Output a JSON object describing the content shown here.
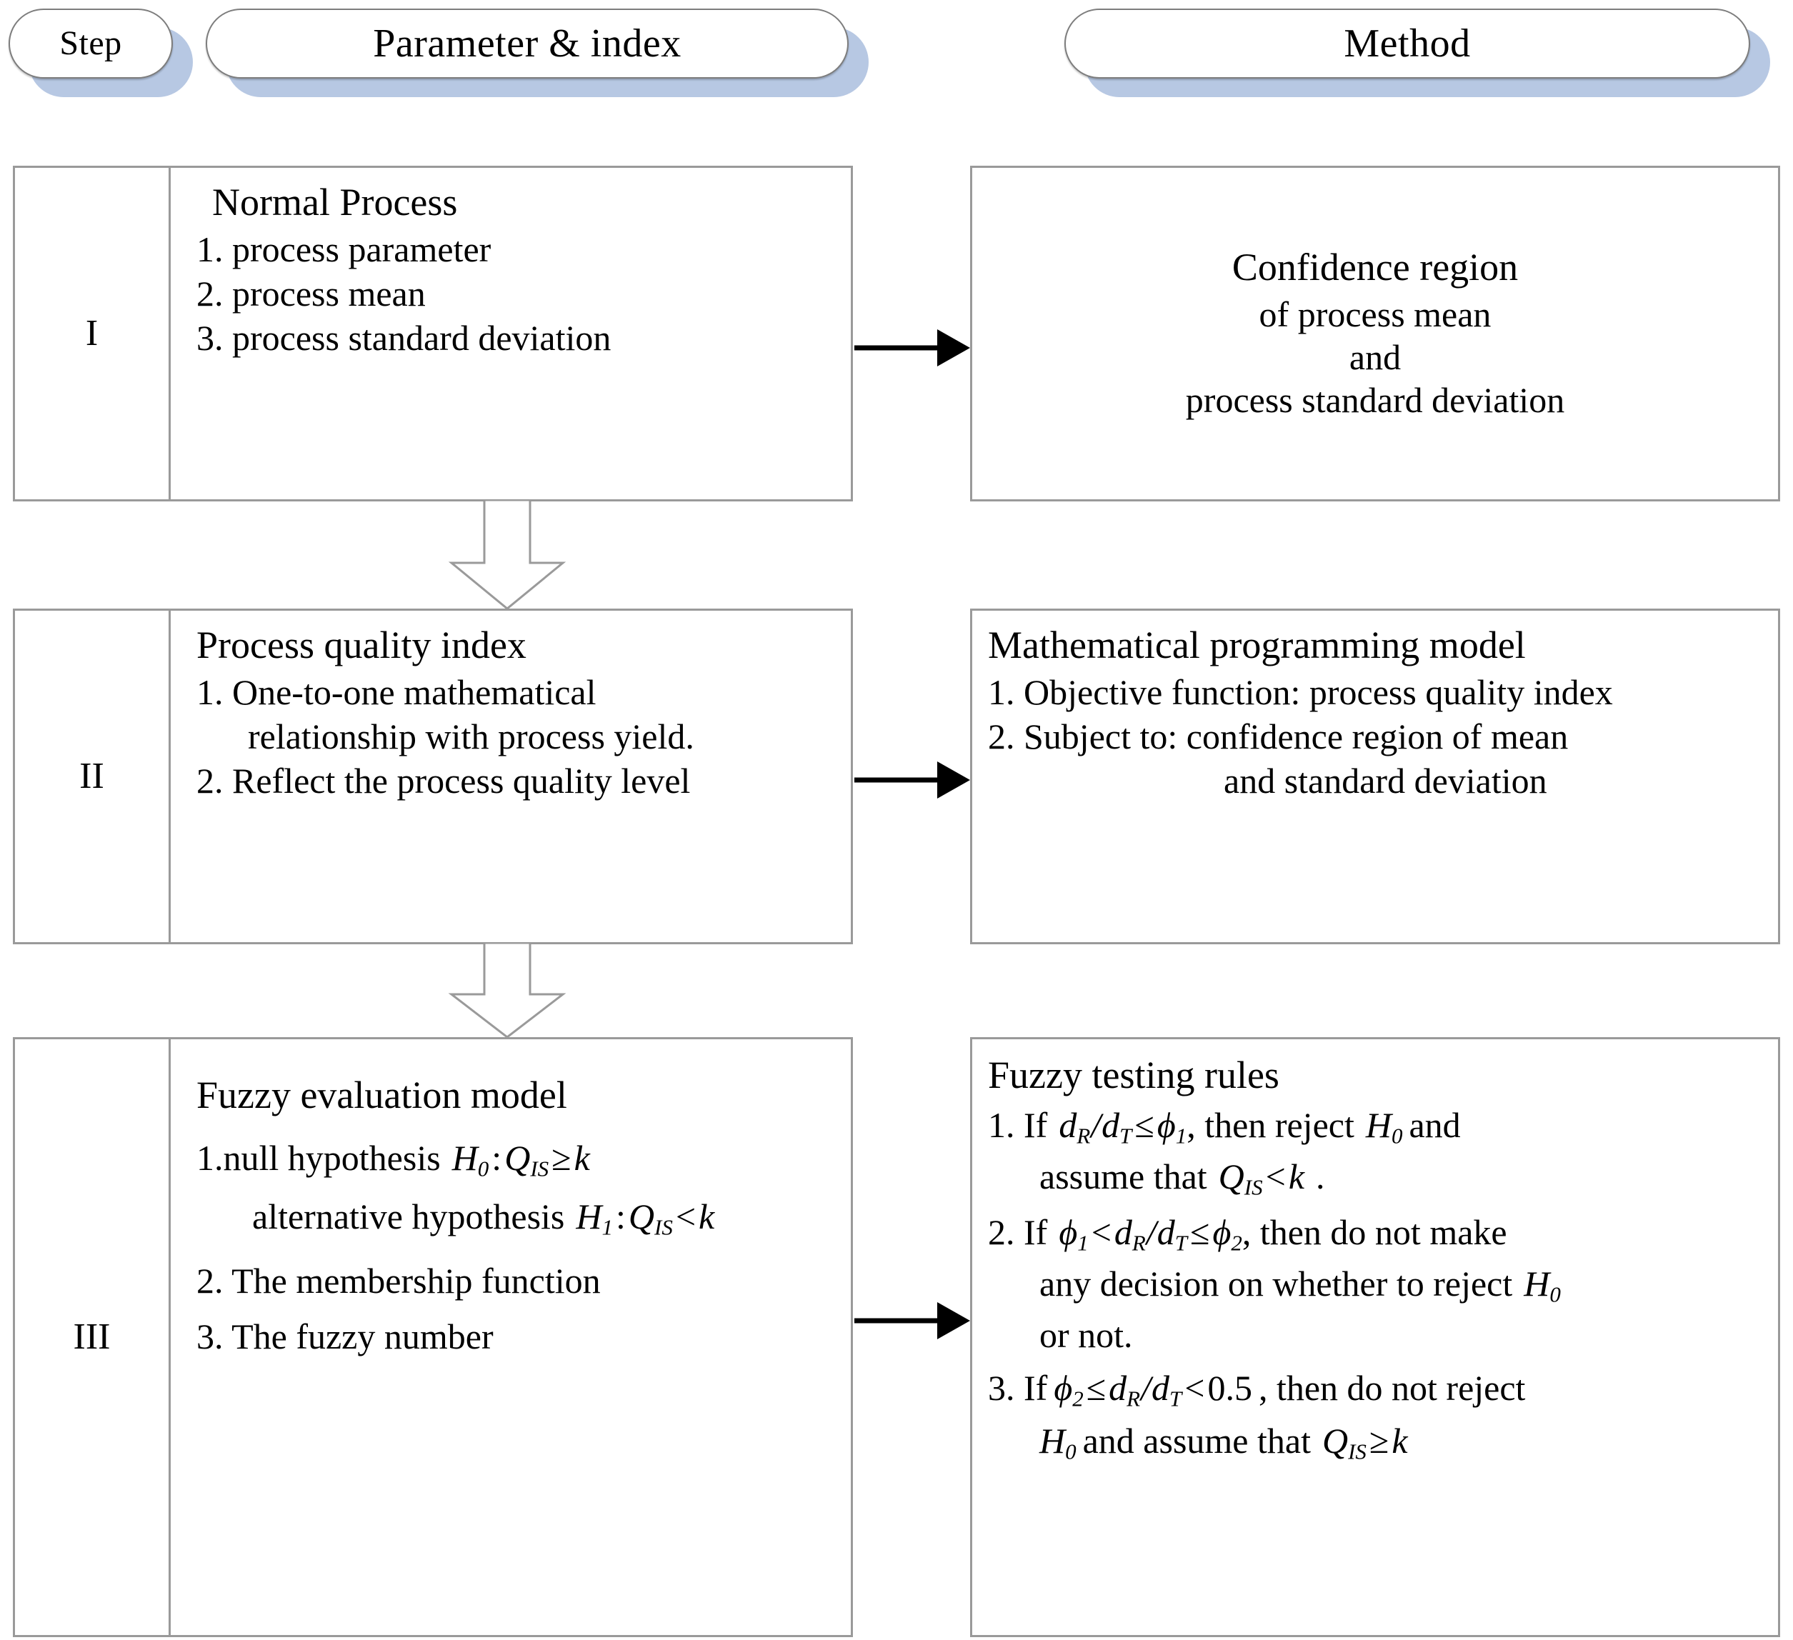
{
  "header": {
    "step_label": "Step",
    "parameter_label": "Parameter & index",
    "method_label": "Method"
  },
  "colors": {
    "pill_shadow": "#b7c8e3",
    "box_border": "#9a9a9a",
    "arrow": "#000000",
    "background": "#ffffff"
  },
  "steps": [
    {
      "numeral": "I",
      "left": {
        "title": "Normal Process",
        "items": [
          "1. process parameter",
          "2. process mean",
          "3. process standard deviation"
        ]
      },
      "right": {
        "title": "Confidence region",
        "lines": [
          "of process mean",
          "and",
          "process standard deviation"
        ]
      }
    },
    {
      "numeral": "II",
      "left": {
        "title": "Process quality index",
        "items": [
          "1. One-to-one mathematical",
          "relationship with process yield.",
          "2. Reflect the process quality level"
        ]
      },
      "right": {
        "title": "Mathematical programming model",
        "items": [
          "1. Objective function: process quality index",
          "2. Subject to: confidence  region of mean",
          "and standard deviation"
        ]
      }
    },
    {
      "numeral": "III",
      "left": {
        "title": "Fuzzy evaluation model",
        "item1_prefix": "1.null hypothesis",
        "item1_math": "H0 : QIS ≥ k",
        "item1b_prefix": "alternative hypothesis",
        "item1b_math": "H1 : QIS < k",
        "item2": "2. The membership function",
        "item3": "3. The fuzzy number"
      },
      "right": {
        "title": "Fuzzy testing rules",
        "rule1_a": "1. If",
        "rule1_math": "dR/dT ≤ ϕ1",
        "rule1_b": ", then reject",
        "rule1_h": "H0",
        "rule1_c": "and",
        "rule1_d": "assume  that",
        "rule1_math2": "QIS < k",
        "rule1_e": ".",
        "rule2_a": "2. If",
        "rule2_math": "ϕ1 < dR/dT ≤ ϕ2",
        "rule2_b": ", then do not  make",
        "rule2_c": "any decision on whether to reject",
        "rule2_h": "H0",
        "rule2_d": "or not.",
        "rule3_a": "3. If",
        "rule3_math": "ϕ2 ≤ dR/dT < 0.5",
        "rule3_b": ", then do not reject",
        "rule3_h": "H0",
        "rule3_c": "and assume that",
        "rule3_math2": "QIS ≥ k"
      }
    }
  ],
  "symbols": {
    "H": "H",
    "Q": "Q",
    "k": "k",
    "d": "d",
    "phi": "ϕ",
    "sub_0": "0",
    "sub_1": "1",
    "sub_2": "2",
    "sub_IS": "IS",
    "sub_R": "R",
    "sub_T": "T",
    "geq": "≥",
    "leq": "≤",
    "lt": "<",
    "colon": ":",
    "slash": "/",
    "half": "0.5"
  },
  "arrows": {
    "horizontal_count": 3,
    "vertical_count": 2,
    "horizontal_style": "solid-filled-head",
    "vertical_style": "hollow-block-arrow"
  }
}
